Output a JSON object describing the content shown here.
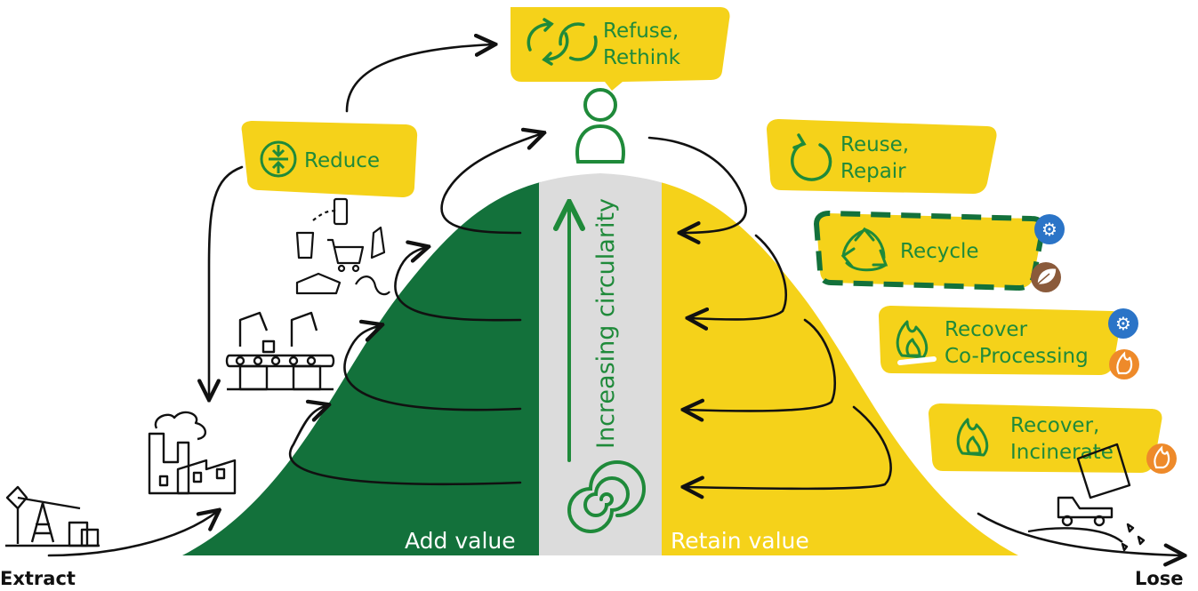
{
  "labels": {
    "extract": "Extract",
    "lose": "Lose",
    "add_value": "Add value",
    "retain_value": "Retain value",
    "increasing_circularity": "Increasing circularity"
  },
  "boxes": {
    "refuse": {
      "line1": "Refuse,",
      "line2": "Rethink",
      "icon": "refresh-cycle-icon"
    },
    "reduce": {
      "line1": "Reduce",
      "icon": "compress-arrows-icon"
    },
    "reuse": {
      "line1": "Reuse,",
      "line2": "Repair",
      "icon": "circular-arrow-icon"
    },
    "recycle": {
      "line1": "Recycle",
      "icon": "recycle-icon",
      "badges": [
        "gears-icon",
        "leaf-icon"
      ]
    },
    "recover_coprocessing": {
      "line1": "Recover",
      "line2": "Co-Processing",
      "icon": "flame-icon",
      "badges": [
        "gears-icon",
        "flame-badge-icon"
      ]
    },
    "recover_incinerate": {
      "line1": "Recover,",
      "line2": "Incinerate",
      "icon": "flame-icon",
      "badges": [
        "flame-badge-icon"
      ]
    }
  },
  "colors": {
    "yellow": "#f5d21a",
    "green": "#13713b",
    "green_text": "#1f8a3a",
    "grey_band": "#dcdcdc",
    "badge_blue": "#2b74c7",
    "badge_brown": "#8a5a3b",
    "badge_orange": "#ee8a2a"
  }
}
